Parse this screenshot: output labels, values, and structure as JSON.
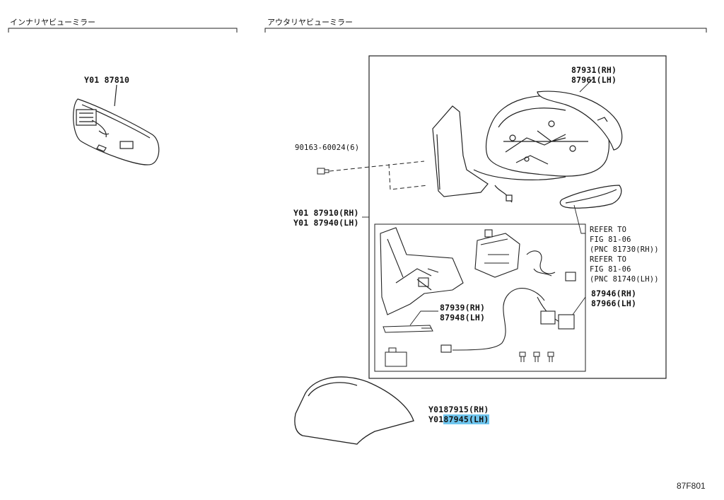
{
  "headers": {
    "inner": "インナリヤビューミラー",
    "outer": "アウタリヤビューミラー"
  },
  "parts": {
    "inner_mirror": "Y01 87810",
    "mirror_sub_rh": "87931(RH)",
    "mirror_sub_lh": "87961(LH)",
    "screw": "90163-60024(6)",
    "outer_assy_rh": "Y01 87910(RH)",
    "outer_assy_lh": "Y01 87940(LH)",
    "refer": [
      "REFER TO",
      "FIG 81-06",
      "(PNC 81730(RH))",
      "REFER TO",
      "FIG 81-06",
      "(PNC 81740(LH))"
    ],
    "harness_rh": "87946(RH)",
    "harness_lh": "87966(LH)",
    "cover_plate_rh": "87939(RH)",
    "cover_plate_lh": "87948(LH)",
    "cover_rh": "Y0187915(RH)",
    "cover_lh_prefix": "Y01",
    "cover_lh_highlight": "87945(LH)"
  },
  "figure_code": "87F801"
}
